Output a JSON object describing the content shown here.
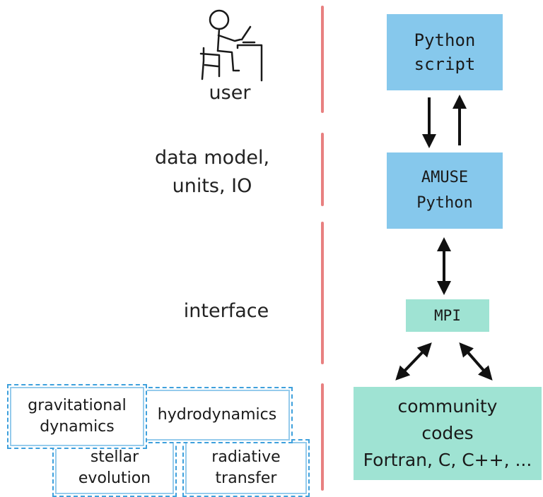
{
  "left_labels": {
    "user": "user",
    "data_model_line1": "data model,",
    "data_model_line2": "units, IO",
    "interface": "interface"
  },
  "right_boxes": {
    "python_script": [
      "Python",
      "script"
    ],
    "amuse_python": [
      "AMUSE",
      "Python"
    ],
    "mpi": "MPI",
    "community_codes": [
      "community",
      "codes",
      "Fortran, C, C++, ..."
    ]
  },
  "code_categories": {
    "gravitational_dynamics": [
      "gravitational",
      "dynamics"
    ],
    "hydrodynamics": "hydrodynamics",
    "stellar_evolution": [
      "stellar",
      "evolution"
    ],
    "radiative_transfer": [
      "radiative",
      "transfer"
    ]
  },
  "colors": {
    "script_box": "#86c8ec",
    "code_box": "#9fe3d3",
    "divider": "#e88080",
    "dashed_border": "#3ea0dc"
  }
}
